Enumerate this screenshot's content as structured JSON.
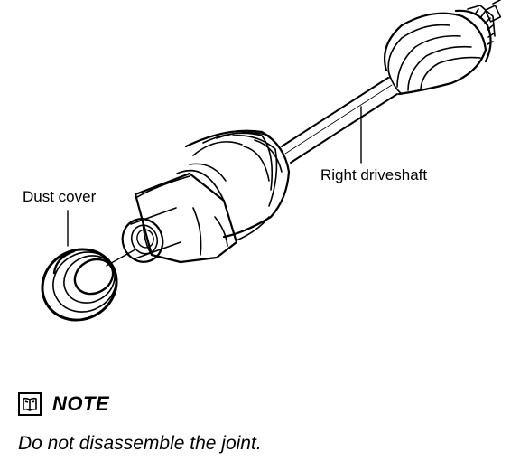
{
  "labels": {
    "dust_cover": "Dust cover",
    "right_driveshaft": "Right driveshaft"
  },
  "note": {
    "icon": "book-icon",
    "heading": "NOTE",
    "text": "Do not disassemble the joint."
  },
  "colors": {
    "line": "#000000",
    "background": "#ffffff"
  }
}
